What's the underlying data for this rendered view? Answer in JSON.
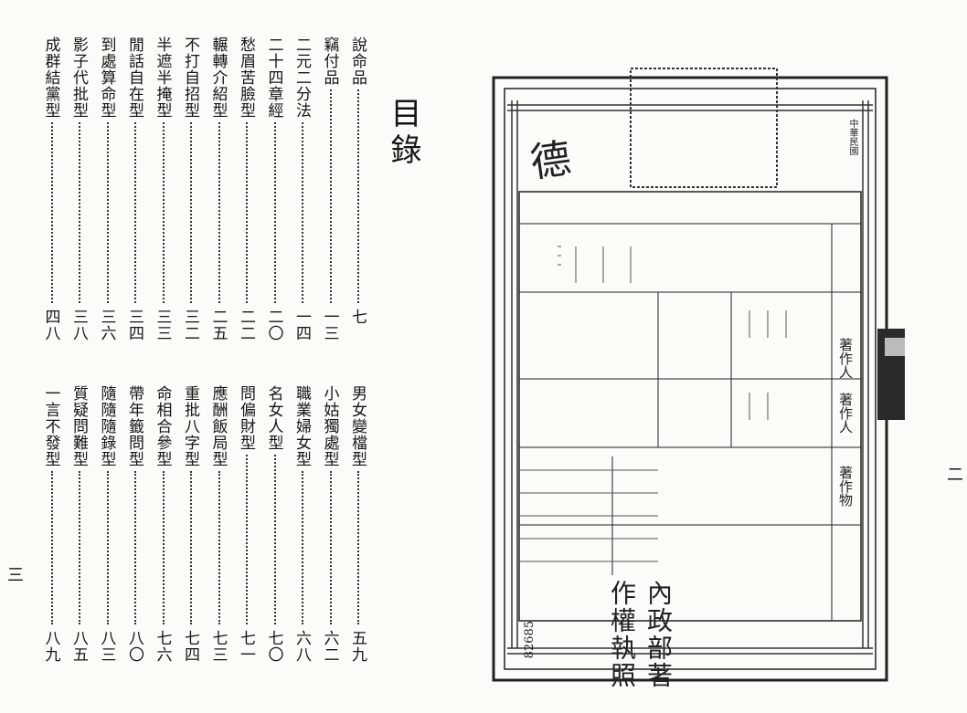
{
  "toc": {
    "title": "目錄",
    "col1": [
      {
        "title": "說命品",
        "page": "七"
      },
      {
        "title": "竊付品",
        "page": "一三"
      },
      {
        "title": "二元二分法",
        "page": "一四"
      },
      {
        "title": "二十四章經",
        "page": "二〇"
      },
      {
        "title": "愁眉苦臉型",
        "page": "二二"
      },
      {
        "title": "輾轉介紹型",
        "page": "二五"
      },
      {
        "title": "不打自招型",
        "page": "三二"
      },
      {
        "title": "半遮半掩型",
        "page": "三三"
      },
      {
        "title": "閒話自在型",
        "page": "三四"
      },
      {
        "title": "到處算命型",
        "page": "三六"
      },
      {
        "title": "影子代批型",
        "page": "三八"
      },
      {
        "title": "成群結黨型",
        "page": "四八"
      }
    ],
    "col2": [
      {
        "title": "男女變檔型",
        "page": "五九"
      },
      {
        "title": "小姑獨處型",
        "page": "六二"
      },
      {
        "title": "職業婦女型",
        "page": "六八"
      },
      {
        "title": "名女人型",
        "page": "七〇"
      },
      {
        "title": "問偏財型",
        "page": "七一"
      },
      {
        "title": "應酬飯局型",
        "page": "七三"
      },
      {
        "title": "重批八字型",
        "page": "七四"
      },
      {
        "title": "命相合參型",
        "page": "七六"
      },
      {
        "title": "帶年籤問型",
        "page": "八〇"
      },
      {
        "title": "隨隨隨錄型",
        "page": "八三"
      },
      {
        "title": "質疑問難型",
        "page": "八五"
      },
      {
        "title": "一言不發型",
        "page": "八九"
      }
    ],
    "folio_left": "三",
    "folio_right": "二"
  },
  "certificate": {
    "header": "內政部著作權執照",
    "column_heads": [
      "著作人",
      "著作人",
      "著作物"
    ],
    "number": "82685",
    "seal_text": "德",
    "republic": "中華民國"
  }
}
